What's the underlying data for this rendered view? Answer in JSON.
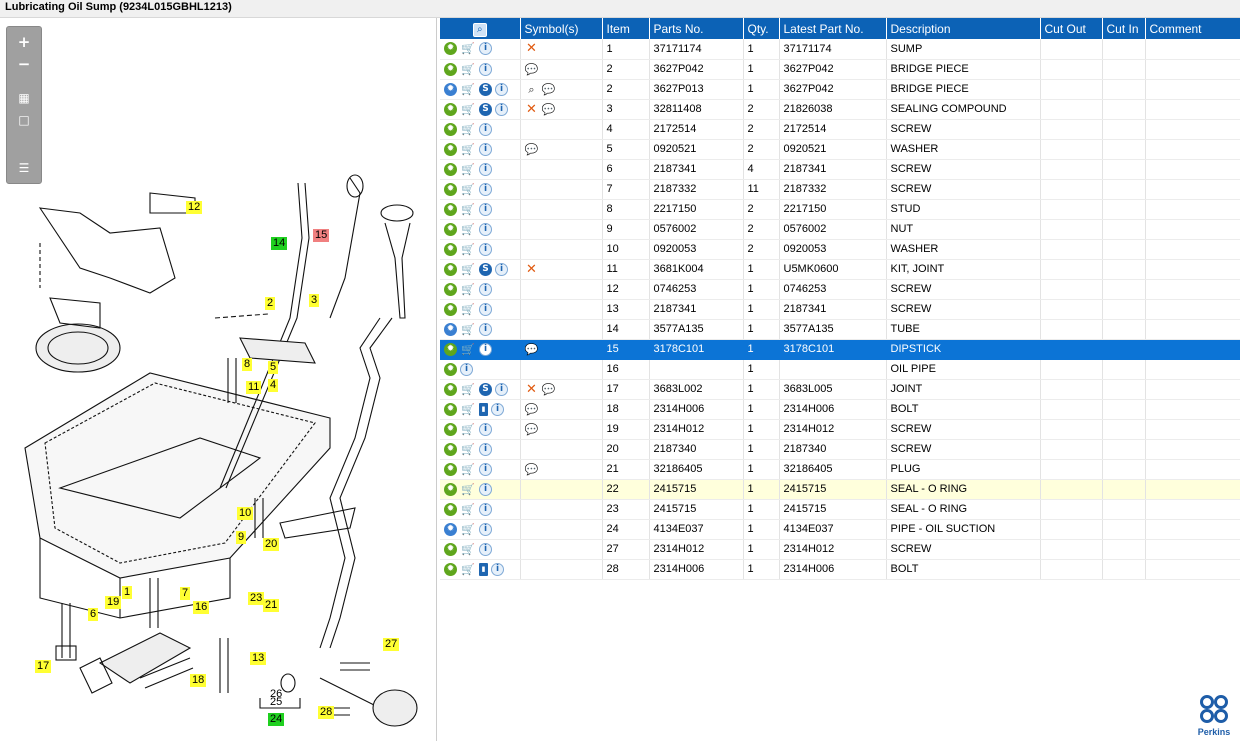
{
  "window": {
    "title": "Lubricating Oil Sump (9234L015GBHL1213)"
  },
  "brand": {
    "name": "Perkins",
    "color": "#1e5da8"
  },
  "colors": {
    "header": "#0c62b6",
    "selected": "#0c74d6",
    "highlight": "#ffffdc",
    "callout_yellow": "#ffff33",
    "callout_green": "#1fd01f",
    "callout_red": "#f08080"
  },
  "toolbar": {
    "icons": [
      "zoom-in-icon",
      "zoom-out-icon",
      "fit-all-icon",
      "fit-window-icon",
      "panel-toggle-icon"
    ]
  },
  "table": {
    "columns": [
      "",
      "Symbol(s)",
      "Item",
      "Parts No.",
      "Qty.",
      "Latest Part No.",
      "Description",
      "Cut Out",
      "Cut In",
      "Comment"
    ],
    "rows": [
      {
        "actions": [
          "gear",
          "cart",
          "info"
        ],
        "symbols": [
          "x"
        ],
        "item": "1",
        "part": "37171174",
        "qty": "1",
        "latest": "37171174",
        "desc": "SUMP"
      },
      {
        "actions": [
          "gear",
          "cart",
          "info"
        ],
        "symbols": [
          "note"
        ],
        "item": "2",
        "part": "3627P042",
        "qty": "1",
        "latest": "3627P042",
        "desc": "BRIDGE PIECE"
      },
      {
        "actions": [
          "gears",
          "cart",
          "s",
          "info"
        ],
        "symbols": [
          "mag",
          "note"
        ],
        "item": "2",
        "part": "3627P013",
        "qty": "1",
        "latest": "3627P042",
        "desc": "BRIDGE PIECE"
      },
      {
        "actions": [
          "gear",
          "cart",
          "s",
          "info"
        ],
        "symbols": [
          "x",
          "note"
        ],
        "item": "3",
        "part": "32811408",
        "qty": "2",
        "latest": "21826038",
        "desc": "SEALING COMPOUND"
      },
      {
        "actions": [
          "gear",
          "cart",
          "info"
        ],
        "symbols": [],
        "item": "4",
        "part": "2172514",
        "qty": "2",
        "latest": "2172514",
        "desc": "SCREW"
      },
      {
        "actions": [
          "gear",
          "cart",
          "info"
        ],
        "symbols": [
          "note"
        ],
        "item": "5",
        "part": "0920521",
        "qty": "2",
        "latest": "0920521",
        "desc": "WASHER"
      },
      {
        "actions": [
          "gear",
          "cart",
          "info"
        ],
        "symbols": [],
        "item": "6",
        "part": "2187341",
        "qty": "4",
        "latest": "2187341",
        "desc": "SCREW"
      },
      {
        "actions": [
          "gear",
          "cart",
          "info"
        ],
        "symbols": [],
        "item": "7",
        "part": "2187332",
        "qty": "11",
        "latest": "2187332",
        "desc": "SCREW"
      },
      {
        "actions": [
          "gear",
          "cart",
          "info"
        ],
        "symbols": [],
        "item": "8",
        "part": "2217150",
        "qty": "2",
        "latest": "2217150",
        "desc": "STUD"
      },
      {
        "actions": [
          "gear",
          "cart",
          "info"
        ],
        "symbols": [],
        "item": "9",
        "part": "0576002",
        "qty": "2",
        "latest": "0576002",
        "desc": "NUT"
      },
      {
        "actions": [
          "gear",
          "cart",
          "info"
        ],
        "symbols": [],
        "item": "10",
        "part": "0920053",
        "qty": "2",
        "latest": "0920053",
        "desc": "WASHER"
      },
      {
        "actions": [
          "gear",
          "cart",
          "s",
          "info"
        ],
        "symbols": [
          "x"
        ],
        "item": "11",
        "part": "3681K004",
        "qty": "1",
        "latest": "U5MK0600",
        "desc": "KIT, JOINT"
      },
      {
        "actions": [
          "gear",
          "cart",
          "info"
        ],
        "symbols": [],
        "item": "12",
        "part": "0746253",
        "qty": "1",
        "latest": "0746253",
        "desc": "SCREW"
      },
      {
        "actions": [
          "gear",
          "cart",
          "info"
        ],
        "symbols": [],
        "item": "13",
        "part": "2187341",
        "qty": "1",
        "latest": "2187341",
        "desc": "SCREW"
      },
      {
        "actions": [
          "gears",
          "cart",
          "info"
        ],
        "symbols": [],
        "item": "14",
        "part": "3577A135",
        "qty": "1",
        "latest": "3577A135",
        "desc": "TUBE"
      },
      {
        "actions": [
          "gear",
          "cart",
          "info"
        ],
        "symbols": [
          "note"
        ],
        "item": "15",
        "part": "3178C101",
        "qty": "1",
        "latest": "3178C101",
        "desc": "DIPSTICK",
        "selected": true
      },
      {
        "actions": [
          "gear",
          "info"
        ],
        "symbols": [],
        "item": "16",
        "part": "",
        "qty": "1",
        "latest": "",
        "desc": "OIL PIPE"
      },
      {
        "actions": [
          "gear",
          "cart",
          "s",
          "info"
        ],
        "symbols": [
          "x",
          "note"
        ],
        "item": "17",
        "part": "3683L002",
        "qty": "1",
        "latest": "3683L005",
        "desc": "JOINT"
      },
      {
        "actions": [
          "gear",
          "cart",
          "book",
          "info"
        ],
        "symbols": [
          "note"
        ],
        "item": "18",
        "part": "2314H006",
        "qty": "1",
        "latest": "2314H006",
        "desc": "BOLT"
      },
      {
        "actions": [
          "gear",
          "cart",
          "info"
        ],
        "symbols": [
          "note"
        ],
        "item": "19",
        "part": "2314H012",
        "qty": "1",
        "latest": "2314H012",
        "desc": "SCREW"
      },
      {
        "actions": [
          "gear",
          "cart",
          "info"
        ],
        "symbols": [],
        "item": "20",
        "part": "2187340",
        "qty": "1",
        "latest": "2187340",
        "desc": "SCREW"
      },
      {
        "actions": [
          "gear",
          "cart",
          "info"
        ],
        "symbols": [
          "note"
        ],
        "item": "21",
        "part": "32186405",
        "qty": "1",
        "latest": "32186405",
        "desc": "PLUG"
      },
      {
        "actions": [
          "gear",
          "cart",
          "info"
        ],
        "symbols": [],
        "item": "22",
        "part": "2415715",
        "qty": "1",
        "latest": "2415715",
        "desc": "SEAL - O RING",
        "highlight": true
      },
      {
        "actions": [
          "gear",
          "cart",
          "info"
        ],
        "symbols": [],
        "item": "23",
        "part": "2415715",
        "qty": "1",
        "latest": "2415715",
        "desc": "SEAL - O RING"
      },
      {
        "actions": [
          "gears",
          "cart",
          "info"
        ],
        "symbols": [],
        "item": "24",
        "part": "4134E037",
        "qty": "1",
        "latest": "4134E037",
        "desc": "PIPE - OIL SUCTION"
      },
      {
        "actions": [
          "gear",
          "cart",
          "info"
        ],
        "symbols": [],
        "item": "27",
        "part": "2314H012",
        "qty": "1",
        "latest": "2314H012",
        "desc": "SCREW"
      },
      {
        "actions": [
          "gear",
          "cart",
          "book",
          "info"
        ],
        "symbols": [],
        "item": "28",
        "part": "2314H006",
        "qty": "1",
        "latest": "2314H006",
        "desc": "BOLT"
      }
    ]
  },
  "callouts": [
    {
      "label": "12",
      "color": "y"
    },
    {
      "label": "14",
      "color": "g"
    },
    {
      "label": "15",
      "color": "r"
    },
    {
      "label": "2",
      "color": "y"
    },
    {
      "label": "3",
      "color": "y"
    },
    {
      "label": "8",
      "color": "y"
    },
    {
      "label": "5",
      "color": "y"
    },
    {
      "label": "11",
      "color": "y"
    },
    {
      "label": "4",
      "color": "y"
    },
    {
      "label": "10",
      "color": "y"
    },
    {
      "label": "9",
      "color": "y"
    },
    {
      "label": "20",
      "color": "y"
    },
    {
      "label": "1",
      "color": "y"
    },
    {
      "label": "7",
      "color": "y"
    },
    {
      "label": "19",
      "color": "y"
    },
    {
      "label": "16",
      "color": "y"
    },
    {
      "label": "6",
      "color": "y"
    },
    {
      "label": "23",
      "color": "y"
    },
    {
      "label": "21",
      "color": "y"
    },
    {
      "label": "17",
      "color": "y"
    },
    {
      "label": "13",
      "color": "y"
    },
    {
      "label": "18",
      "color": "y"
    },
    {
      "label": "27",
      "color": "y"
    },
    {
      "label": "26",
      "color": "n"
    },
    {
      "label": "25",
      "color": "n"
    },
    {
      "label": "24",
      "color": "g"
    },
    {
      "label": "28",
      "color": "y"
    }
  ]
}
